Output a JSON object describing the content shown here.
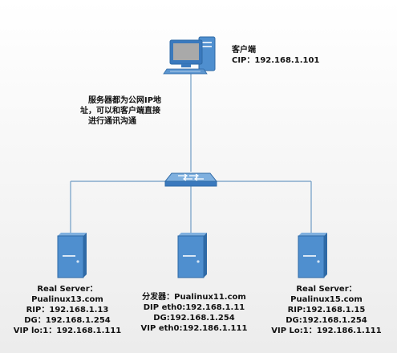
{
  "client": {
    "name": "客户端",
    "cip": "CIP：192.168.1.101"
  },
  "note": {
    "line1": "服务器都为公网IP地",
    "line2": "址，可以和客户端直接",
    "line3": "进行通讯沟通"
  },
  "servers": {
    "left": {
      "title": "Real Server：",
      "hostname": "Pualinux13.com",
      "rip": "RIP：192.168.1.13",
      "dg": "DG：192.168.1.254",
      "vip": "VIP lo:1：192.168.1.111"
    },
    "middle": {
      "title": "分发器：Pualinux11.com",
      "dip": "DIP eth0:192.168.1.11",
      "dg": "DG:192.168.1.254",
      "vip": "VIP eth0:192.186.1.111"
    },
    "right": {
      "title": "Real Server：",
      "hostname": "Pualinux15.com",
      "rip": "RIP:192.168.1.15",
      "dg": "DG:192.168.1.254",
      "vip": "VIP Lo:1：192.186.1.111"
    }
  },
  "colors": {
    "line": "#6f9cc4",
    "server_body": "#4f8fcf",
    "server_dark": "#2f6aa6",
    "monitor_frame": "#3a79bd",
    "switch": "#5b95cf"
  },
  "icons": {
    "client": "desktop-computer-icon",
    "switch": "network-switch-icon",
    "server": "tower-server-icon"
  }
}
